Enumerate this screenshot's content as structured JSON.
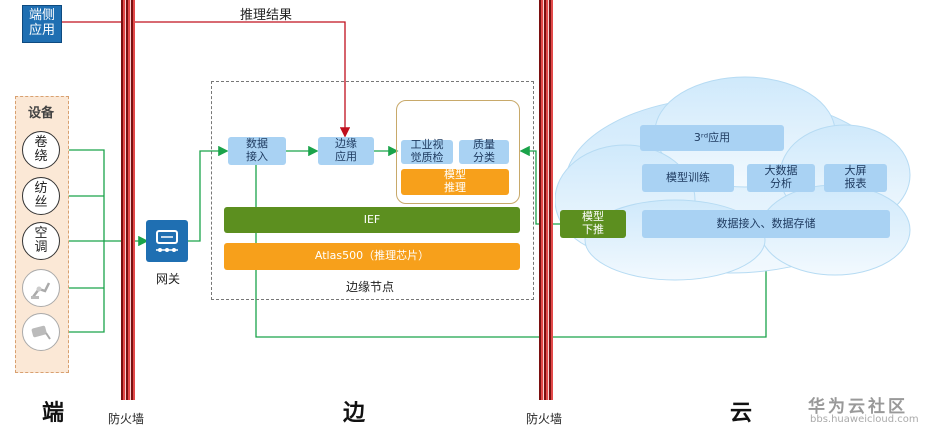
{
  "endpoint_app": "端侧\n应用",
  "inference_result": "推理结果",
  "devices": {
    "title": "设备",
    "items": [
      "卷\n绕",
      "纺\n丝",
      "空\n调"
    ]
  },
  "gateway": "网关",
  "edge": {
    "data_access": "数据\n接入",
    "edge_app": "边缘\n应用",
    "vision_qc": "工业视\n觉质检",
    "quality_class": "质量\n分类",
    "model_inference": "模型\n推理",
    "ief": "IEF",
    "atlas": "Atlas500（推理芯片）",
    "edge_node": "边缘节点"
  },
  "cloud": {
    "third_app": "3ʳᵈ应用",
    "model_training": "模型训练",
    "big_data": "大数据\n分析",
    "screen_report": "大屏\n报表",
    "data_storage": "数据接入、数据存储",
    "model_push": "模型\n下推"
  },
  "firewall": "防火墙",
  "zones": {
    "end": "端",
    "edge": "边",
    "cloud": "云"
  },
  "watermark": {
    "title": "华为云社区",
    "url": "bbs.huaweicloud.com"
  },
  "colors": {
    "light_blue": "#a9d2f3",
    "orange": "#f7a01b",
    "green": "#5c8f1f",
    "dark_blue": "#1f6fb2",
    "red": "#c0101e",
    "line_green": "#1aa34a"
  }
}
